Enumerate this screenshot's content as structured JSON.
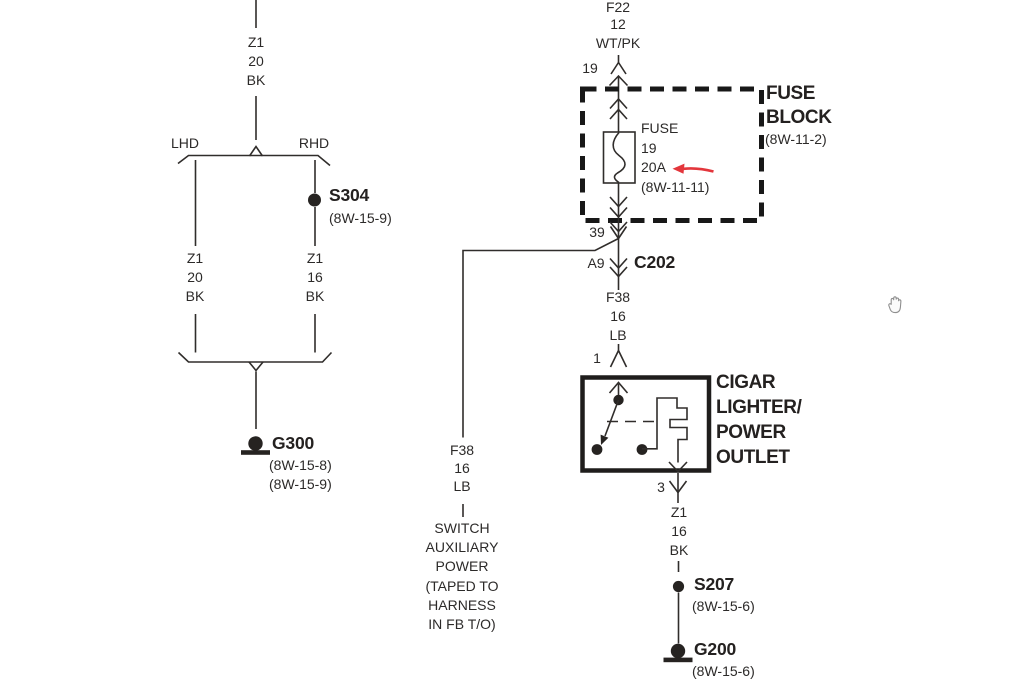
{
  "left_circuit": {
    "feed_wire": [
      "Z1",
      "20",
      "BK"
    ],
    "lhd": "LHD",
    "rhd": "RHD",
    "lhd_wire": [
      "Z1",
      "20",
      "BK"
    ],
    "rhd_wire": [
      "Z1",
      "16",
      "BK"
    ],
    "s304": {
      "name": "S304",
      "ref": "(8W-15-9)"
    },
    "g300": {
      "name": "G300",
      "refs": [
        "(8W-15-8)",
        "(8W-15-9)"
      ]
    }
  },
  "power_circuit": {
    "f22_wire": [
      "F22",
      "12",
      "WT/PK"
    ],
    "pin_fuse_in": "19",
    "fuse_block": {
      "title": [
        "FUSE",
        "BLOCK"
      ],
      "ref": "(8W-11-2)",
      "fuse_text": [
        "FUSE",
        "19",
        "20A",
        "(8W-11-11)"
      ]
    },
    "pin_fuse_out": "39",
    "c202": {
      "pin": "A9",
      "name": "C202"
    },
    "f38_wire": [
      "F38",
      "16",
      "LB"
    ],
    "pin_outlet_in": "1",
    "outlet": {
      "title": [
        "CIGAR",
        "LIGHTER/",
        "POWER",
        "OUTLET"
      ]
    },
    "pin_outlet_out": "3",
    "z1_wire": [
      "Z1",
      "16",
      "BK"
    ],
    "s207": {
      "name": "S207",
      "ref": "(8W-15-6)"
    },
    "g200": {
      "name": "G200",
      "ref": "(8W-15-6)"
    }
  },
  "aux_branch": {
    "f38_wire": [
      "F38",
      "16",
      "LB"
    ],
    "destination": [
      "SWITCH",
      "AUXILIARY",
      "POWER",
      "(TAPED TO",
      "HARNESS",
      "IN FB T/O)"
    ]
  },
  "colors": {
    "annotation_arrow": "#e3363c",
    "line": "#302d2b"
  }
}
